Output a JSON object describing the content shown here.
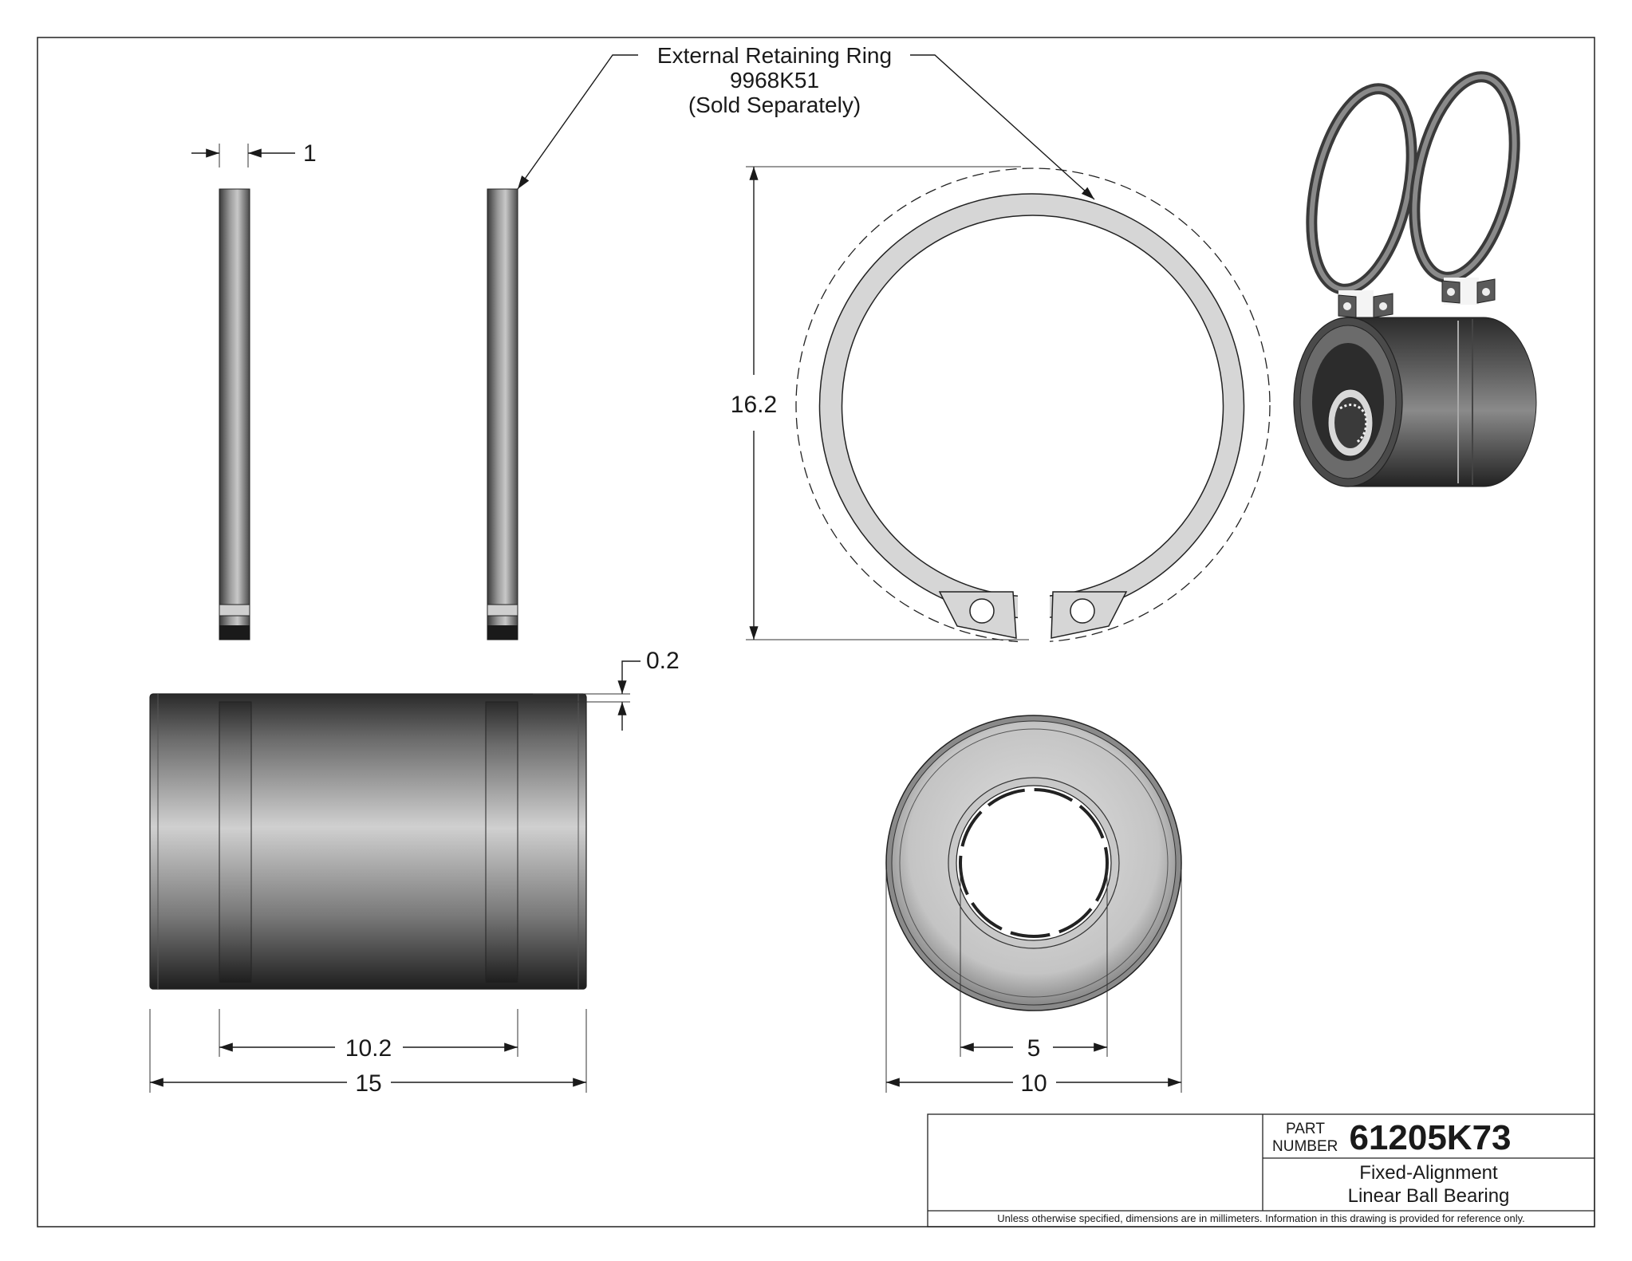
{
  "callout": {
    "line1": "External Retaining Ring",
    "line2": "9968K51",
    "line3": "(Sold Separately)"
  },
  "dimensions": {
    "ring_thickness": "1",
    "ring_height": "16.2",
    "groove_depth": "0.2",
    "groove_spacing": "10.2",
    "bearing_length": "15",
    "bore_diameter": "5",
    "outer_diameter": "10"
  },
  "title_block": {
    "part_label_line1": "PART",
    "part_label_line2": "NUMBER",
    "part_number": "61205K73",
    "description_line1": "Fixed-Alignment",
    "description_line2": "Linear Ball Bearing",
    "note": "Unless otherwise specified, dimensions are in millimeters.  Information in this drawing is provided for reference only."
  }
}
